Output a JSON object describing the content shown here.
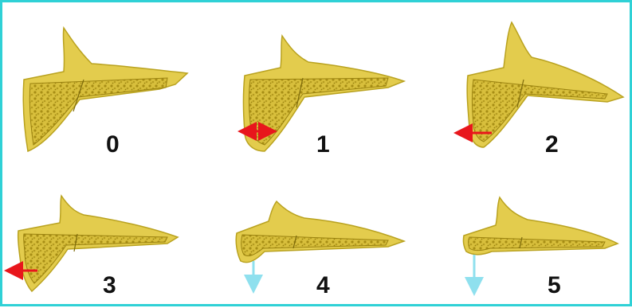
{
  "figure": {
    "border_color": "#2fd1d6",
    "bone_color": "#e3cc4d",
    "bone_dark": "#b9a21f",
    "trabecular_color": "#d8bf3c",
    "arrow_horizontal_color": "#e8161c",
    "arrow_vertical_color": "#8fe0ee",
    "panels": [
      {
        "label": "0",
        "arrow": "none"
      },
      {
        "label": "1",
        "arrow": "double-horizontal-red"
      },
      {
        "label": "2",
        "arrow": "left-red"
      },
      {
        "label": "3",
        "arrow": "left-red"
      },
      {
        "label": "4",
        "arrow": "down-blue"
      },
      {
        "label": "5",
        "arrow": "down-blue"
      }
    ]
  }
}
